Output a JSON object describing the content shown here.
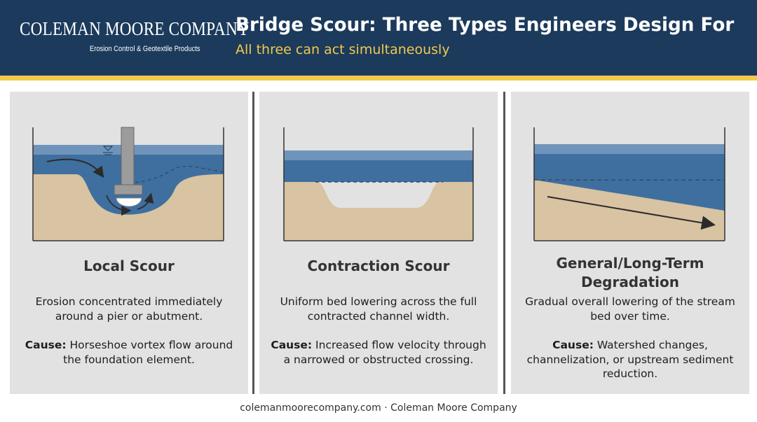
{
  "header": {
    "brand": "COLEMAN MOORE COMPANY",
    "tagline": "Erosion Control & Geotextile Products",
    "title": "Bridge Scour: Three Types Engineers Design For",
    "subtitle": "All three can act simultaneously"
  },
  "panels": [
    {
      "title": "Local Scour",
      "description": "Erosion concentrated immediately around a pier or abutment.",
      "cause_label": "Cause:",
      "cause_text": " Horseshoe vortex flow around the foundation element."
    },
    {
      "title": "Contraction Scour",
      "description": "Uniform bed lowering across the full contracted channel width.",
      "cause_label": "Cause:",
      "cause_text": " Increased flow velocity through a narrowed or obstructed crossing."
    },
    {
      "title": "General/Long-Term Degradation",
      "description": "Gradual overall lowering of the stream bed over time.",
      "cause_label": "Cause:",
      "cause_text": " Watershed changes, channelization, or upstream sediment reduction."
    }
  ],
  "footer": "colemanmoorecompany.com · Coleman Moore Company",
  "colors": {
    "header_bg": "#1b3a5c",
    "accent_gold": "#f2c94c",
    "panel_bg": "#e2e2e2",
    "water": "#3f6f9f",
    "sediment": "#d8c3a2",
    "pier": "#9c9c9c"
  }
}
